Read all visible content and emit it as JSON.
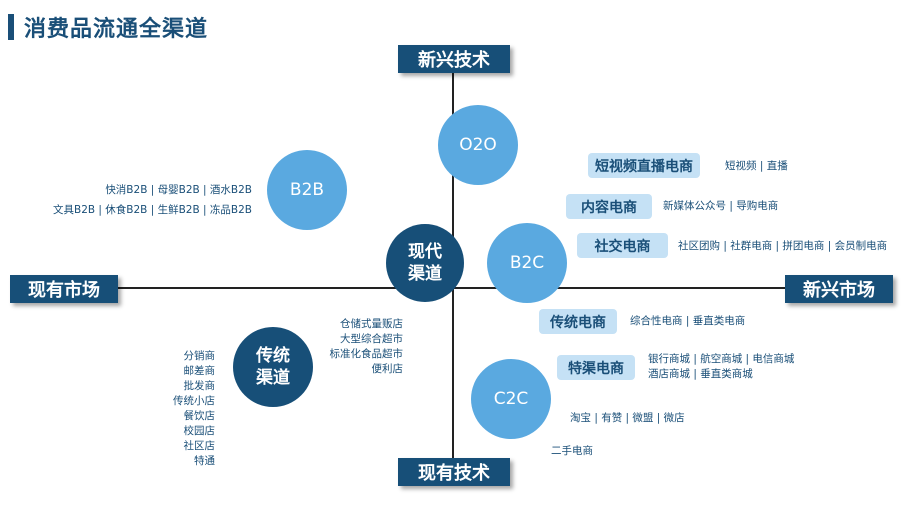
{
  "title": "消费品流通全渠道",
  "axes": {
    "top": "新兴技术",
    "bottom": "现有技术",
    "left": "现有市场",
    "right": "新兴市场"
  },
  "circles": {
    "o2o": "O2O",
    "b2b": "B2B",
    "modern": [
      "现代",
      "渠道"
    ],
    "b2c": "B2C",
    "traditional": [
      "传统",
      "渠道"
    ],
    "c2c": "C2C"
  },
  "b2b_items": [
    "快消B2B | 母婴B2B | 酒水B2B",
    "文具B2B | 休食B2B | 生鲜B2B | 冻品B2B"
  ],
  "tags": [
    {
      "label": "短视频直播电商",
      "desc": "短视频 | 直播"
    },
    {
      "label": "内容电商",
      "desc": "新媒体公众号 | 导购电商"
    },
    {
      "label": "社交电商",
      "desc": "社区团购 | 社群电商 | 拼团电商 | 会员制电商"
    },
    {
      "label": "传统电商",
      "desc": "综合性电商 | 垂直类电商"
    },
    {
      "label": "特渠电商",
      "desc": [
        "银行商城 | 航空商城 | 电信商城",
        "酒店商城 | 垂直类商城"
      ]
    }
  ],
  "modern_items": [
    "仓储式量贩店",
    "大型综合超市",
    "标准化食品超市",
    "便利店"
  ],
  "traditional_items": [
    "分销商",
    "邮差商",
    "批发商",
    "传统小店",
    "餐饮店",
    "校园店",
    "社区店",
    "特通"
  ],
  "c2c_items": [
    "淘宝 | 有赞 | 微盟 | 微店",
    "二手电商"
  ]
}
